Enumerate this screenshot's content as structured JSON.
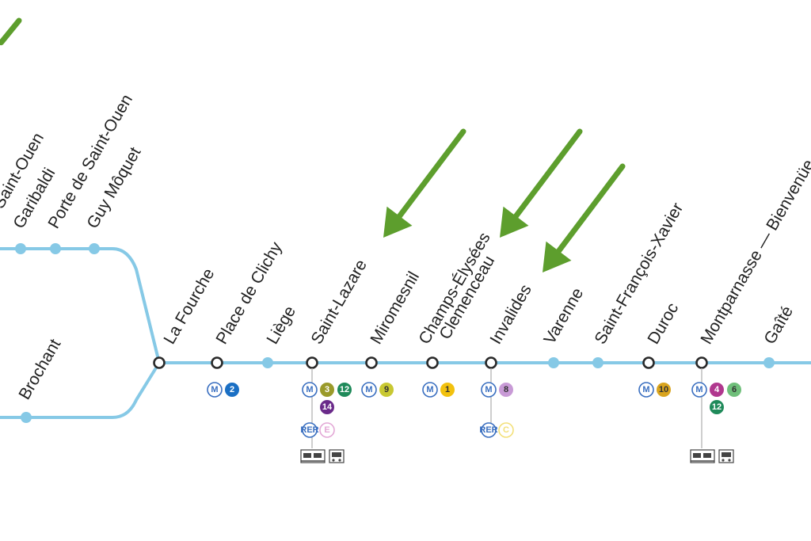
{
  "line_color": "#86c9e6",
  "arrow_color": "#5d9e2d",
  "stations": [
    {
      "id": "saint-ouen",
      "label": "de Saint-Ouen",
      "kind": "minor"
    },
    {
      "id": "garibaldi",
      "label": "Garibaldi",
      "kind": "minor"
    },
    {
      "id": "porte-de-saint-ouen",
      "label": "Porte de Saint-Ouen",
      "kind": "minor"
    },
    {
      "id": "guy-moquet",
      "label": "Guy Môquet",
      "kind": "minor"
    },
    {
      "id": "brochant",
      "label": "Brochant",
      "kind": "minor"
    },
    {
      "id": "la-fourche",
      "label": "La Fourche",
      "kind": "interchange"
    },
    {
      "id": "place-de-clichy",
      "label": "Place de Clichy",
      "kind": "interchange"
    },
    {
      "id": "liege",
      "label": "Liège",
      "kind": "minor"
    },
    {
      "id": "saint-lazare",
      "label": "Saint-Lazare",
      "kind": "interchange"
    },
    {
      "id": "miromesnil",
      "label": "Miromesnil",
      "kind": "interchange"
    },
    {
      "id": "champs-elysees-clemenceau",
      "label": "Champs-Élysées",
      "label2": "Clemenceau",
      "kind": "interchange"
    },
    {
      "id": "invalides",
      "label": "Invalides",
      "kind": "interchange"
    },
    {
      "id": "varenne",
      "label": "Varenne",
      "kind": "minor"
    },
    {
      "id": "saint-francois-xavier",
      "label": "Saint-François-Xavier",
      "kind": "minor"
    },
    {
      "id": "duroc",
      "label": "Duroc",
      "kind": "interchange"
    },
    {
      "id": "montparnasse-bienvenue",
      "label": "Montparnasse — Bienvenüe",
      "kind": "interchange"
    },
    {
      "id": "gaite",
      "label": "Gaîté",
      "kind": "minor"
    }
  ],
  "connections": [
    {
      "station": "place-de-clichy",
      "metro": [
        {
          "n": "2",
          "bg": "#1a6fc4",
          "fg": "#ffffff"
        }
      ]
    },
    {
      "station": "saint-lazare",
      "metro": [
        {
          "n": "3",
          "bg": "#9a9a2a",
          "fg": "#ffffff"
        },
        {
          "n": "12",
          "bg": "#1f8a5a",
          "fg": "#ffffff"
        },
        {
          "n": "14",
          "bg": "#6a2a8a",
          "fg": "#ffffff"
        }
      ],
      "rer": [
        {
          "n": "E",
          "bg": "#e3a8d6",
          "fg": "#ffffff"
        }
      ],
      "extras": [
        "train-icon",
        "bus-icon"
      ]
    },
    {
      "station": "miromesnil",
      "metro": [
        {
          "n": "9",
          "bg": "#c8c832",
          "fg": "#333333"
        }
      ]
    },
    {
      "station": "champs-elysees-clemenceau",
      "metro": [
        {
          "n": "1",
          "bg": "#f2c10e",
          "fg": "#333333"
        }
      ]
    },
    {
      "station": "invalides",
      "metro": [
        {
          "n": "8",
          "bg": "#c89ad6",
          "fg": "#333333"
        }
      ],
      "rer": [
        {
          "n": "C",
          "bg": "#f3e07a",
          "fg": "#ffffff"
        }
      ]
    },
    {
      "station": "duroc",
      "metro": [
        {
          "n": "10",
          "bg": "#d9a41e",
          "fg": "#333333"
        }
      ]
    },
    {
      "station": "montparnasse-bienvenue",
      "metro": [
        {
          "n": "4",
          "bg": "#b0378e",
          "fg": "#ffffff"
        },
        {
          "n": "6",
          "bg": "#6fbf7a",
          "fg": "#333333"
        },
        {
          "n": "12",
          "bg": "#1f8a5a",
          "fg": "#ffffff"
        }
      ],
      "extras": [
        "train-icon",
        "bus-icon"
      ]
    }
  ],
  "icons": {
    "metro": "metro-icon",
    "rer": "rer-icon",
    "train": "train-icon",
    "bus": "bus-icon",
    "arrow": "arrow-icon"
  },
  "highlighted_stations": [
    "saint-lazare",
    "champs-elysees-clemenceau",
    "invalides"
  ]
}
